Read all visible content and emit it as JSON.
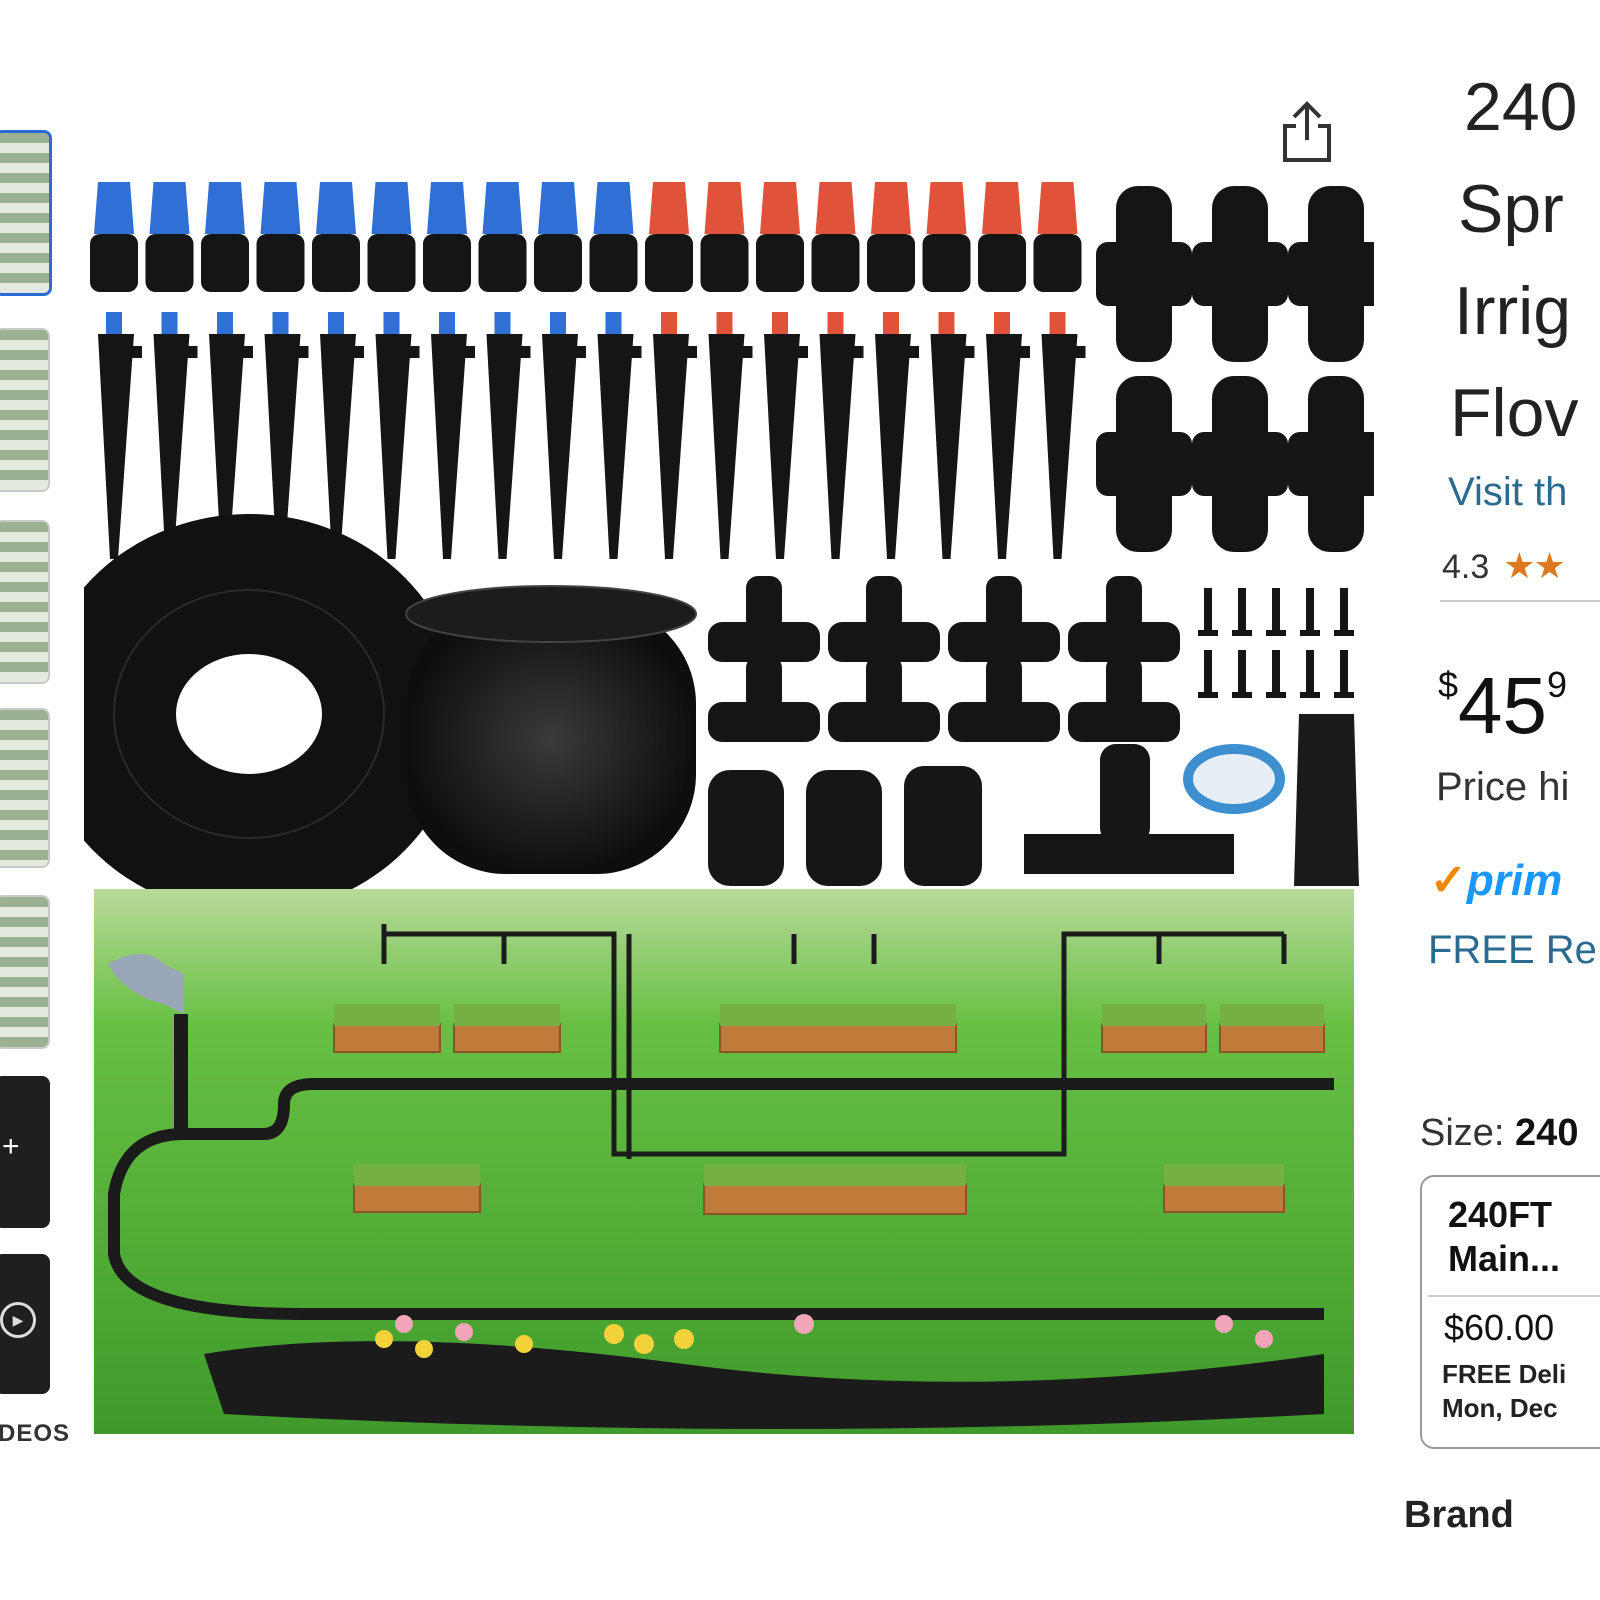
{
  "gallery": {
    "videos_label": "DEOS",
    "thumbnails": [
      "image-1",
      "image-2",
      "image-3",
      "image-4",
      "image-5",
      "image-6",
      "video-1"
    ]
  },
  "product": {
    "title_lines": [
      "240",
      "Spr",
      "Irrig",
      "Flov"
    ],
    "visit_store": "Visit th",
    "rating": "4.3",
    "stars": "★★",
    "price_symbol": "$",
    "price_whole": "45",
    "price_fraction": "9",
    "price_history": "Price hi",
    "prime": "prim",
    "free_returns": "FREE Re",
    "size_label": "Size:",
    "size_value": "240",
    "size_option": {
      "name_line1": "240FT",
      "name_line2": "Main...",
      "price": "$60.00",
      "delivery_line1": "FREE Deli",
      "delivery_line2": "Mon, Dec"
    },
    "brand_label": "Brand"
  },
  "colors": {
    "accent_blue": "#2b6cd4",
    "link": "#2a6b8f",
    "star": "#de7921",
    "prime_blue": "#1a98ff",
    "prime_check": "#f08804",
    "nozzle_blue": "#2f6fd6",
    "nozzle_red": "#e0533a",
    "grass": "#5ab63a",
    "planter": "#c07a3a"
  },
  "icons": {
    "share": "share-icon",
    "play": "play-icon",
    "plus": "plus-icon"
  }
}
